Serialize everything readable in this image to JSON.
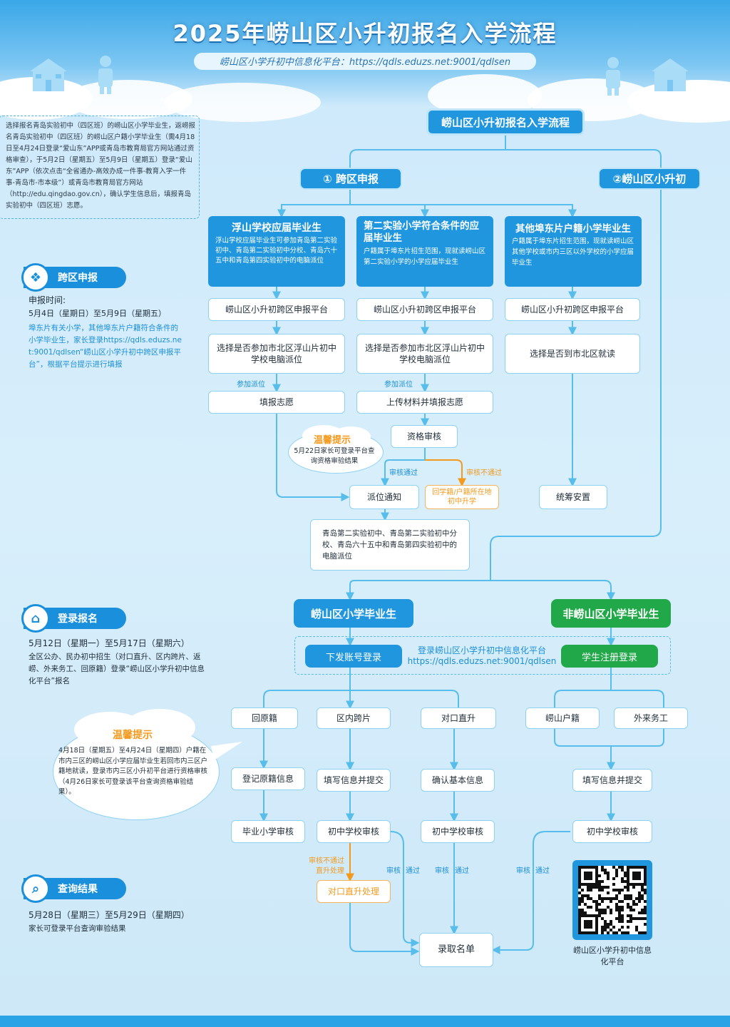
{
  "header": {
    "title": "2025年崂山区小升初报名入学流程",
    "subtitle": "崂山区小学升初中信息化平台：https://qdls.eduzs.net:9001/qdlsen"
  },
  "intro_note": "选择报名青岛实验初中（四区班）的崂山区小学毕业生，返崂报名青岛实验初中（四区班）的崂山区户籍小学毕业生（需4月18日至4月24日登录“爱山东”APP或青岛市教育局官方网站通过资格审查），于5月2日（星期五）至5月9日（星期五）登录“爱山东”APP（依次点击“全省通办-高效办成一件事-教育入学一件事-青岛市-市本级”）或青岛市教育局官方网站（http://edu.qingdao.gov.cn），确认学生信息后，填报青岛实验初中（四区班）志愿。",
  "sidebar": {
    "cross": {
      "heading": "跨区申报",
      "time_label": "申报时间:",
      "dates": "5月4日（星期日）至5月9日（星期五）",
      "desc": "埠东片有关小学，其他埠东片户籍符合条件的小学毕业生，家长登录https://qdls.eduzs.net:9001/qdlsen“崂山区小学升初中跨区申报平台”，根据平台提示进行填报"
    },
    "register": {
      "heading": "登录报名",
      "dates": "5月12日（星期一）至5月17日（星期六）",
      "desc": "全区公办、民办初中招生（对口直升、区内跨片、返崂、外来务工、回原籍）登录“崂山区小学升初中信息化平台”报名"
    },
    "query": {
      "heading": "查询结果",
      "dates": "5月28日（星期三）至5月29日（星期四）",
      "desc": "家长可登录平台查询审验结果"
    }
  },
  "flow": {
    "main_title": "崂山区小升初报名入学流程",
    "branch1": "① 跨区申报",
    "branch2": "②崂山区小升初",
    "col1": {
      "title": "浮山学校应届毕业生",
      "desc": "浮山学校应届毕业生可参加青岛第二实验初中、青岛第二实验初中分校、青岛六十五中和青岛第四实验初中的电脑派位",
      "platform": "崂山区小升初跨区申报平台",
      "choose": "选择是否参加市北区浮山片初中学校电脑派位",
      "join": "参加派位",
      "fill": "填报志愿"
    },
    "col2": {
      "title": "第二实验小学符合条件的应届毕业生",
      "desc": "户籍属于埠东片招生范围，现就读崂山区第二实验小学的小学应届毕业生",
      "platform": "崂山区小升初跨区申报平台",
      "choose": "选择是否参加市北区浮山片初中学校电脑派位",
      "join": "参加派位",
      "upload": "上传材料并填报志愿",
      "review": "资格审核",
      "pass": "审核通过",
      "fail": "审核不通过",
      "fail_result": "回学籍/户籍所在地初中升学",
      "notice": "派位通知",
      "schools": "青岛第二实验初中、青岛第二实验初中分校、青岛六十五中和青岛第四实验初中的电脑派位"
    },
    "col3": {
      "title": "其他埠东片户籍小学毕业生",
      "desc": "户籍属于埠东片招生范围，现就读崂山区其他学校或市内三区以外学校的小学应届毕业生",
      "platform": "崂山区小升初跨区申报平台",
      "choose": "选择是否到市北区就读",
      "arrange": "统筹安置"
    },
    "tip1": {
      "title": "温馨提示",
      "text": "5月22日家长可登录平台查询资格审验结果"
    },
    "laoshan_grad": "崂山区小学毕业生",
    "non_laoshan_grad": "非崂山区小学毕业生",
    "account_login": "下发账号登录",
    "platform_login": "登录崂山区小学升初中信息化平台",
    "platform_url": "https://qdls.eduzs.net:9001/qdlsen",
    "student_register": "学生注册登录",
    "return_origin": "回原籍",
    "cross_district": "区内跨片",
    "direct": "对口直升",
    "laoshan_hukou": "崂山户籍",
    "migrant": "外来务工",
    "register_origin": "登记原籍信息",
    "fill_submit": "填写信息并提交",
    "confirm_info": "确认基本信息",
    "fill_submit2": "填写信息并提交",
    "primary_review": "毕业小学审核",
    "middle_review1": "初中学校审核",
    "middle_review2": "初中学校审核",
    "middle_review3": "初中学校审核",
    "fail_direct_label1": "审核不通过",
    "fail_direct_label2": "直升处理",
    "direct_process": "对口直升处理",
    "pass_label": "审核",
    "pass_label2": "通过",
    "admission": "录取名单",
    "tip2": {
      "title": "温馨提示",
      "text": "4月18日（星期五）至4月24日（星期四）户籍在市内三区的崂山区小学应届毕业生若回市内三区户籍地就读，登录市内三区小升初平台进行资格审核（4月26日家长可登录该平台查询资格审验结果）。"
    },
    "qr_caption": "崂山区小学升初中信息化平台"
  },
  "colors": {
    "primary_blue": "#1f96de",
    "green": "#21a849",
    "orange": "#f39a1e",
    "line_blue": "#57bdea"
  }
}
